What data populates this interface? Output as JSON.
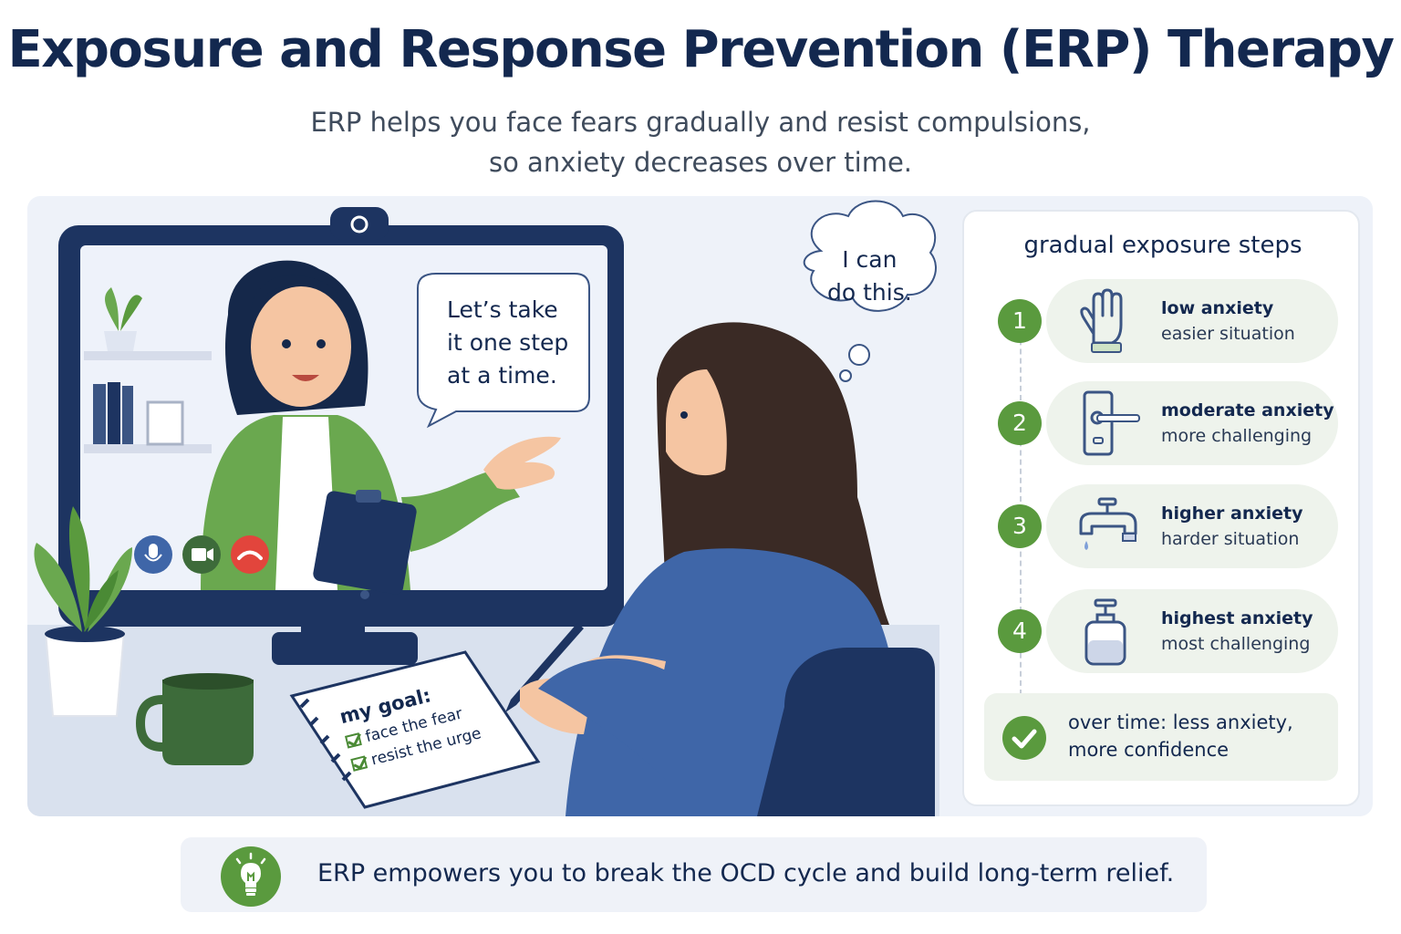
{
  "header": {
    "title": "Exposure and Response Prevention (ERP) Therapy",
    "subtitle_line1": "ERP helps you face fears gradually and resist compulsions,",
    "subtitle_line2": "so anxiety decreases over time."
  },
  "scene": {
    "therapist_bubble": [
      "Let’s take",
      "it one step",
      "at a time."
    ],
    "thought_bubble": [
      "I can",
      "do this."
    ],
    "notebook": {
      "title": "my goal:",
      "items": [
        "face the fear",
        "resist the urge"
      ]
    },
    "call_controls": [
      "microphone-icon",
      "camera-icon",
      "hang-up-icon"
    ],
    "colors": {
      "navy": "#1d3461",
      "green": "#5a9a3e",
      "cardigan": "#6aa84f",
      "sweater": "#3f66a8",
      "end_call": "#e2453c"
    }
  },
  "steps_panel": {
    "title": "gradual exposure steps",
    "steps": [
      {
        "number": "1",
        "level": "low anxiety",
        "description": "easier situation",
        "icon": "hand-icon"
      },
      {
        "number": "2",
        "level": "moderate anxiety",
        "description": "more challenging",
        "icon": "door-handle-icon"
      },
      {
        "number": "3",
        "level": "higher anxiety",
        "description": "harder situation",
        "icon": "faucet-icon"
      },
      {
        "number": "4",
        "level": "highest anxiety",
        "description": "most challenging",
        "icon": "soap-dispenser-icon"
      }
    ],
    "summary_line1": "over time: less anxiety,",
    "summary_line2": "more confidence",
    "summary_icon": "check-icon"
  },
  "footer": {
    "text": "ERP empowers you to break the OCD cycle and build long-term relief.",
    "icon": "lightbulb-icon"
  }
}
